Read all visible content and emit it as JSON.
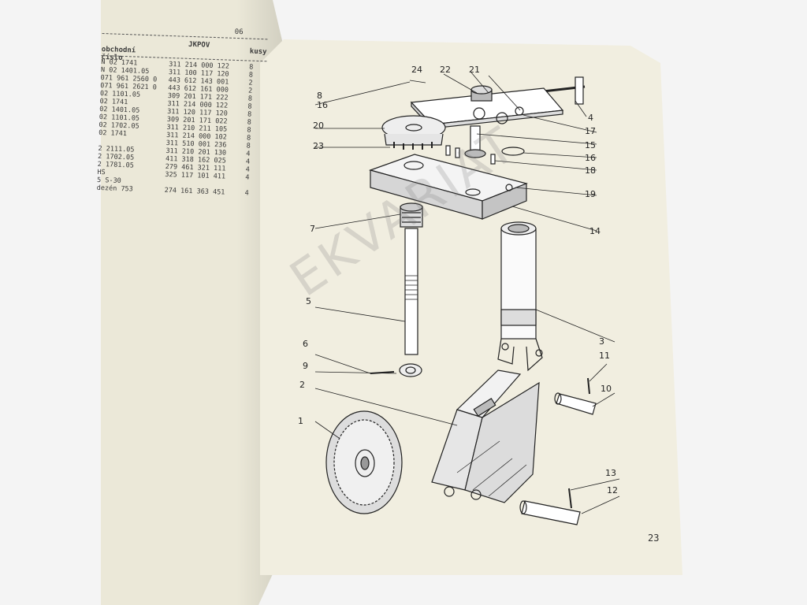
{
  "left_page": {
    "page_code": "06",
    "headers": {
      "name": "obchodní číslo",
      "code": "JKPOV",
      "qty": "kusy"
    },
    "rows": [
      {
        "name": "N 02 1741",
        "code": "311 214 000 122",
        "qty": "8"
      },
      {
        "name": "N 02 1401.05",
        "code": "311 100 117 120",
        "qty": "8"
      },
      {
        "name": "071 961 2560 0",
        "code": "443 612 143 001",
        "qty": "2"
      },
      {
        "name": "071 961 2621 0",
        "code": "443 612 161 000",
        "qty": "2"
      },
      {
        "name": "02 1101.05",
        "code": "309 201 171 222",
        "qty": "8"
      },
      {
        "name": "02 1741",
        "code": "311 214 000 122",
        "qty": "8"
      },
      {
        "name": "02 1401.05",
        "code": "311 120 117 120",
        "qty": "8"
      },
      {
        "name": "02 1101.05",
        "code": "309 201 171 022",
        "qty": "8"
      },
      {
        "name": "02 1702.05",
        "code": "311 210 211 105",
        "qty": "8"
      },
      {
        "name": "02 1741",
        "code": "311 214 000 102",
        "qty": "8"
      },
      {
        "name": "",
        "code": "311 510 001 236",
        "qty": "8"
      },
      {
        "name": "2 2111.05",
        "code": "311 210 201 130",
        "qty": "4"
      },
      {
        "name": "2 1702.05",
        "code": "411 318 162 025",
        "qty": "4"
      },
      {
        "name": "2 1781.05",
        "code": "279 461 321 111",
        "qty": "4"
      },
      {
        "name": "HS",
        "code": "325 117 101 411",
        "qty": "4"
      },
      {
        "name": "5 S-30",
        "code": "",
        "qty": ""
      },
      {
        "name": "dezén 753",
        "code": "274 161 363 451",
        "qty": "4"
      }
    ]
  },
  "right_page": {
    "page_number": "23",
    "watermark": "EKVARIAT",
    "callouts": [
      "1",
      "2",
      "3",
      "4",
      "5",
      "6",
      "7",
      "8",
      "9",
      "10",
      "11",
      "12",
      "13",
      "14",
      "15",
      "16",
      "17",
      "18",
      "19",
      "20",
      "21",
      "22",
      "23",
      "24"
    ],
    "callout_16_alt": "16"
  },
  "colors": {
    "paper": "#f1eee0",
    "ink": "#222222",
    "watermark": "#787878"
  }
}
